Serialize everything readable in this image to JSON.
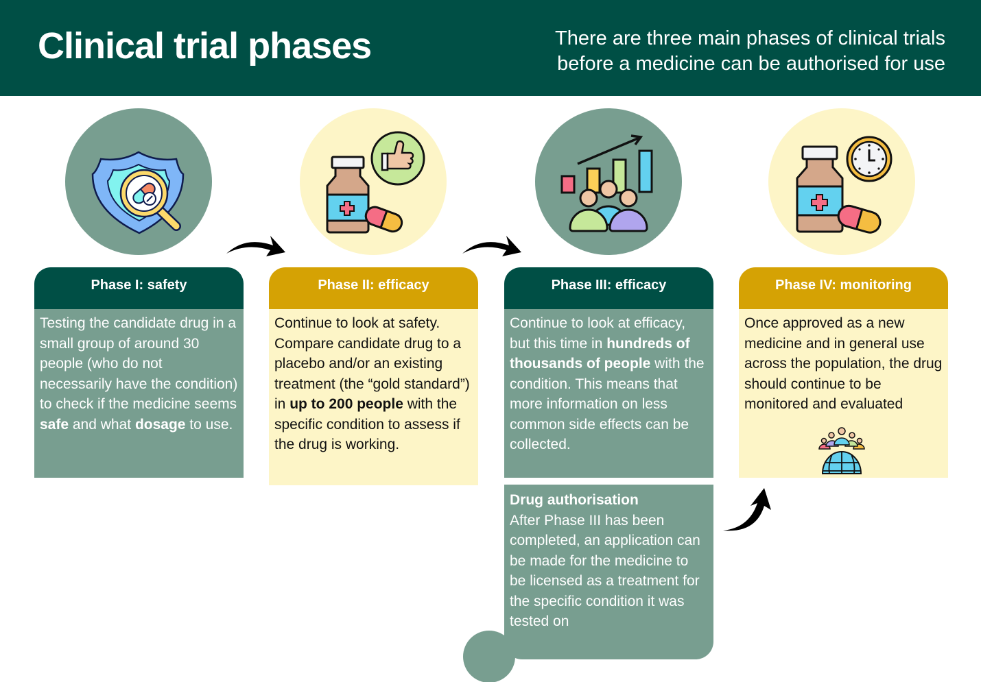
{
  "header": {
    "title": "Clinical trial phases",
    "subtitle_line1": "There are three main phases of clinical trials",
    "subtitle_line2": "before a medicine can be authorised for use"
  },
  "colors": {
    "dark_green": "#004f45",
    "sage_green": "#789e90",
    "gold": "#d5a204",
    "pale_yellow": "#fdf5c7"
  },
  "phases": [
    {
      "title": "Phase I: safety",
      "icon": "shield-magnifier-pill-icon",
      "body": [
        {
          "t": "Testing the candidate drug in a small group of around 30 people (who do not necessarily have the condition) to check if the medicine seems "
        },
        {
          "t": "safe",
          "b": true
        },
        {
          "t": " and what "
        },
        {
          "t": "dosage",
          "b": true
        },
        {
          "t": " to use."
        }
      ]
    },
    {
      "title": "Phase II: efficacy",
      "icon": "medicine-bottle-thumbs-up-icon",
      "body": [
        {
          "t": "Continue to look at safety. Compare candidate drug to a placebo and/or an existing treatment (the “gold standard”) in "
        },
        {
          "t": "up to 200 people",
          "b": true
        },
        {
          "t": " with the specific condition to assess if the drug is working."
        }
      ]
    },
    {
      "title": "Phase III: efficacy",
      "icon": "growth-chart-people-icon",
      "body": [
        {
          "t": "Continue to look at efficacy, but this time in "
        },
        {
          "t": "hundreds of thousands of people",
          "b": true
        },
        {
          "t": " with the condition. This means that more information on less common side effects can be collected."
        }
      ]
    },
    {
      "title": "Phase IV: monitoring",
      "icon": "medicine-bottle-clock-icon",
      "body": [
        {
          "t": "Once approved as a new medicine and in general use across the population, the drug should continue to be monitored and evaluated"
        }
      ],
      "extra_icon": "global-population-icon"
    }
  ],
  "authorisation": {
    "title": "Drug authorisation",
    "body": "After Phase III has been completed, an application can be made for the medicine to be licensed as a treatment for the specific condition it was tested on"
  }
}
